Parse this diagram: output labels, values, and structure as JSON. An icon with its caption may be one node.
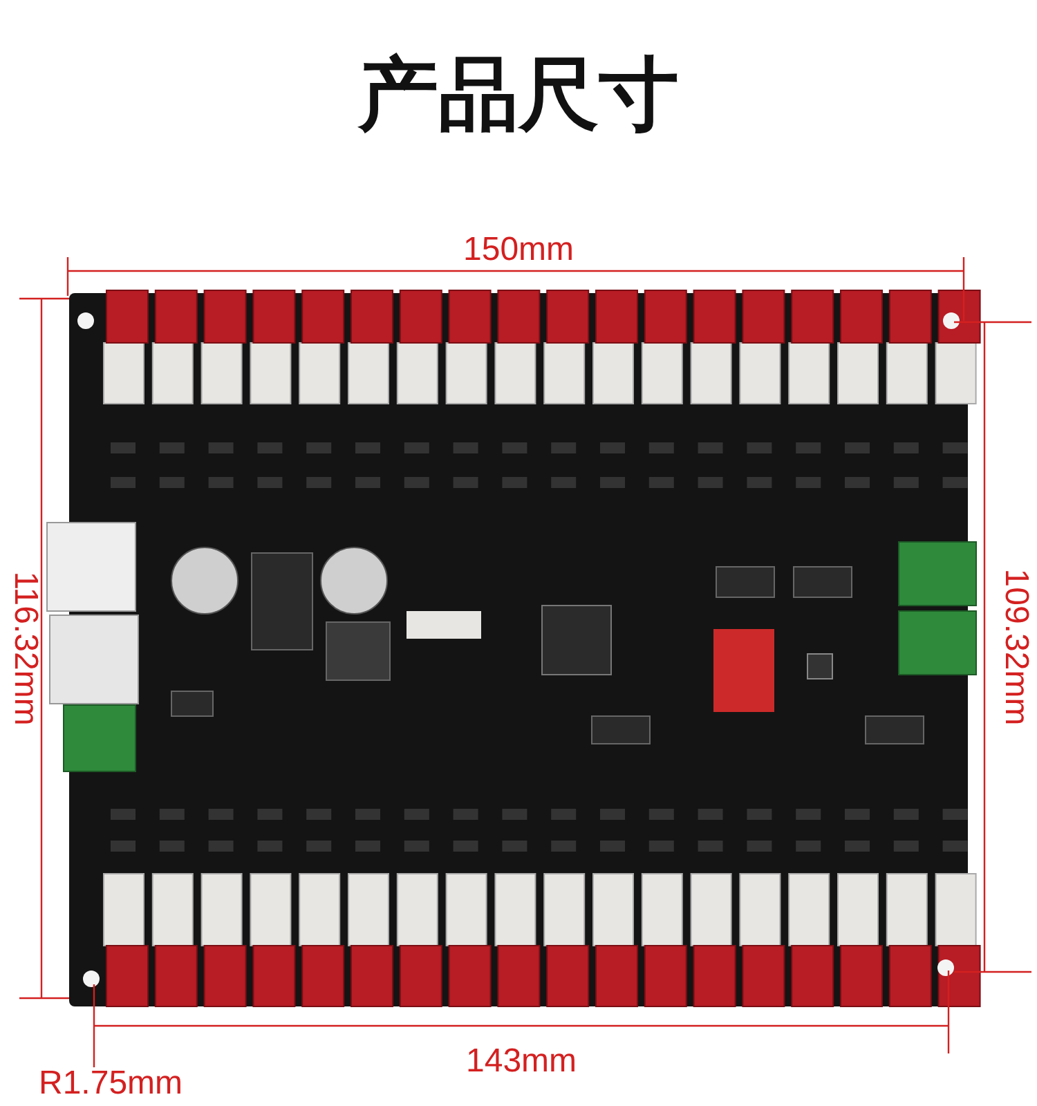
{
  "diagram": {
    "title": "产品尺寸",
    "labels": [
      "150mm",
      "116.32mm",
      "109.32mm",
      "143mm",
      "R1.75mm"
    ]
  }
}
